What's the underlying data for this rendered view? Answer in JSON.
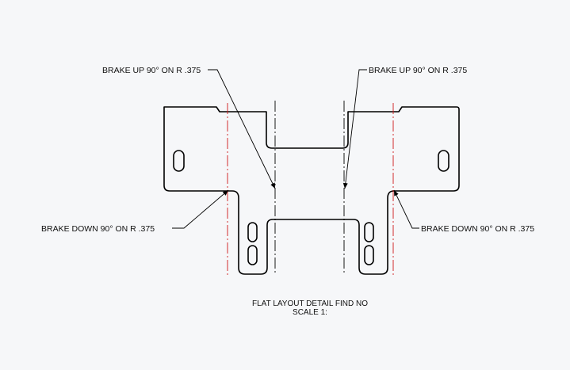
{
  "annotations": {
    "brake_up_left": "BRAKE UP  90°  ON R .375",
    "brake_up_right": "BRAKE UP  90°  ON R .375",
    "brake_down_left": "BRAKE DOWN  90°  ON R .375",
    "brake_down_right": "BRAKE DOWN  90°  ON R .375"
  },
  "caption": {
    "line1": "FLAT LAYOUT DETAIL FIND NO",
    "line2": "SCALE 1:"
  },
  "colors": {
    "outline": "#000000",
    "bend_line_red": "#d01818",
    "centerline": "#000000",
    "background": "#f6f7f9"
  }
}
